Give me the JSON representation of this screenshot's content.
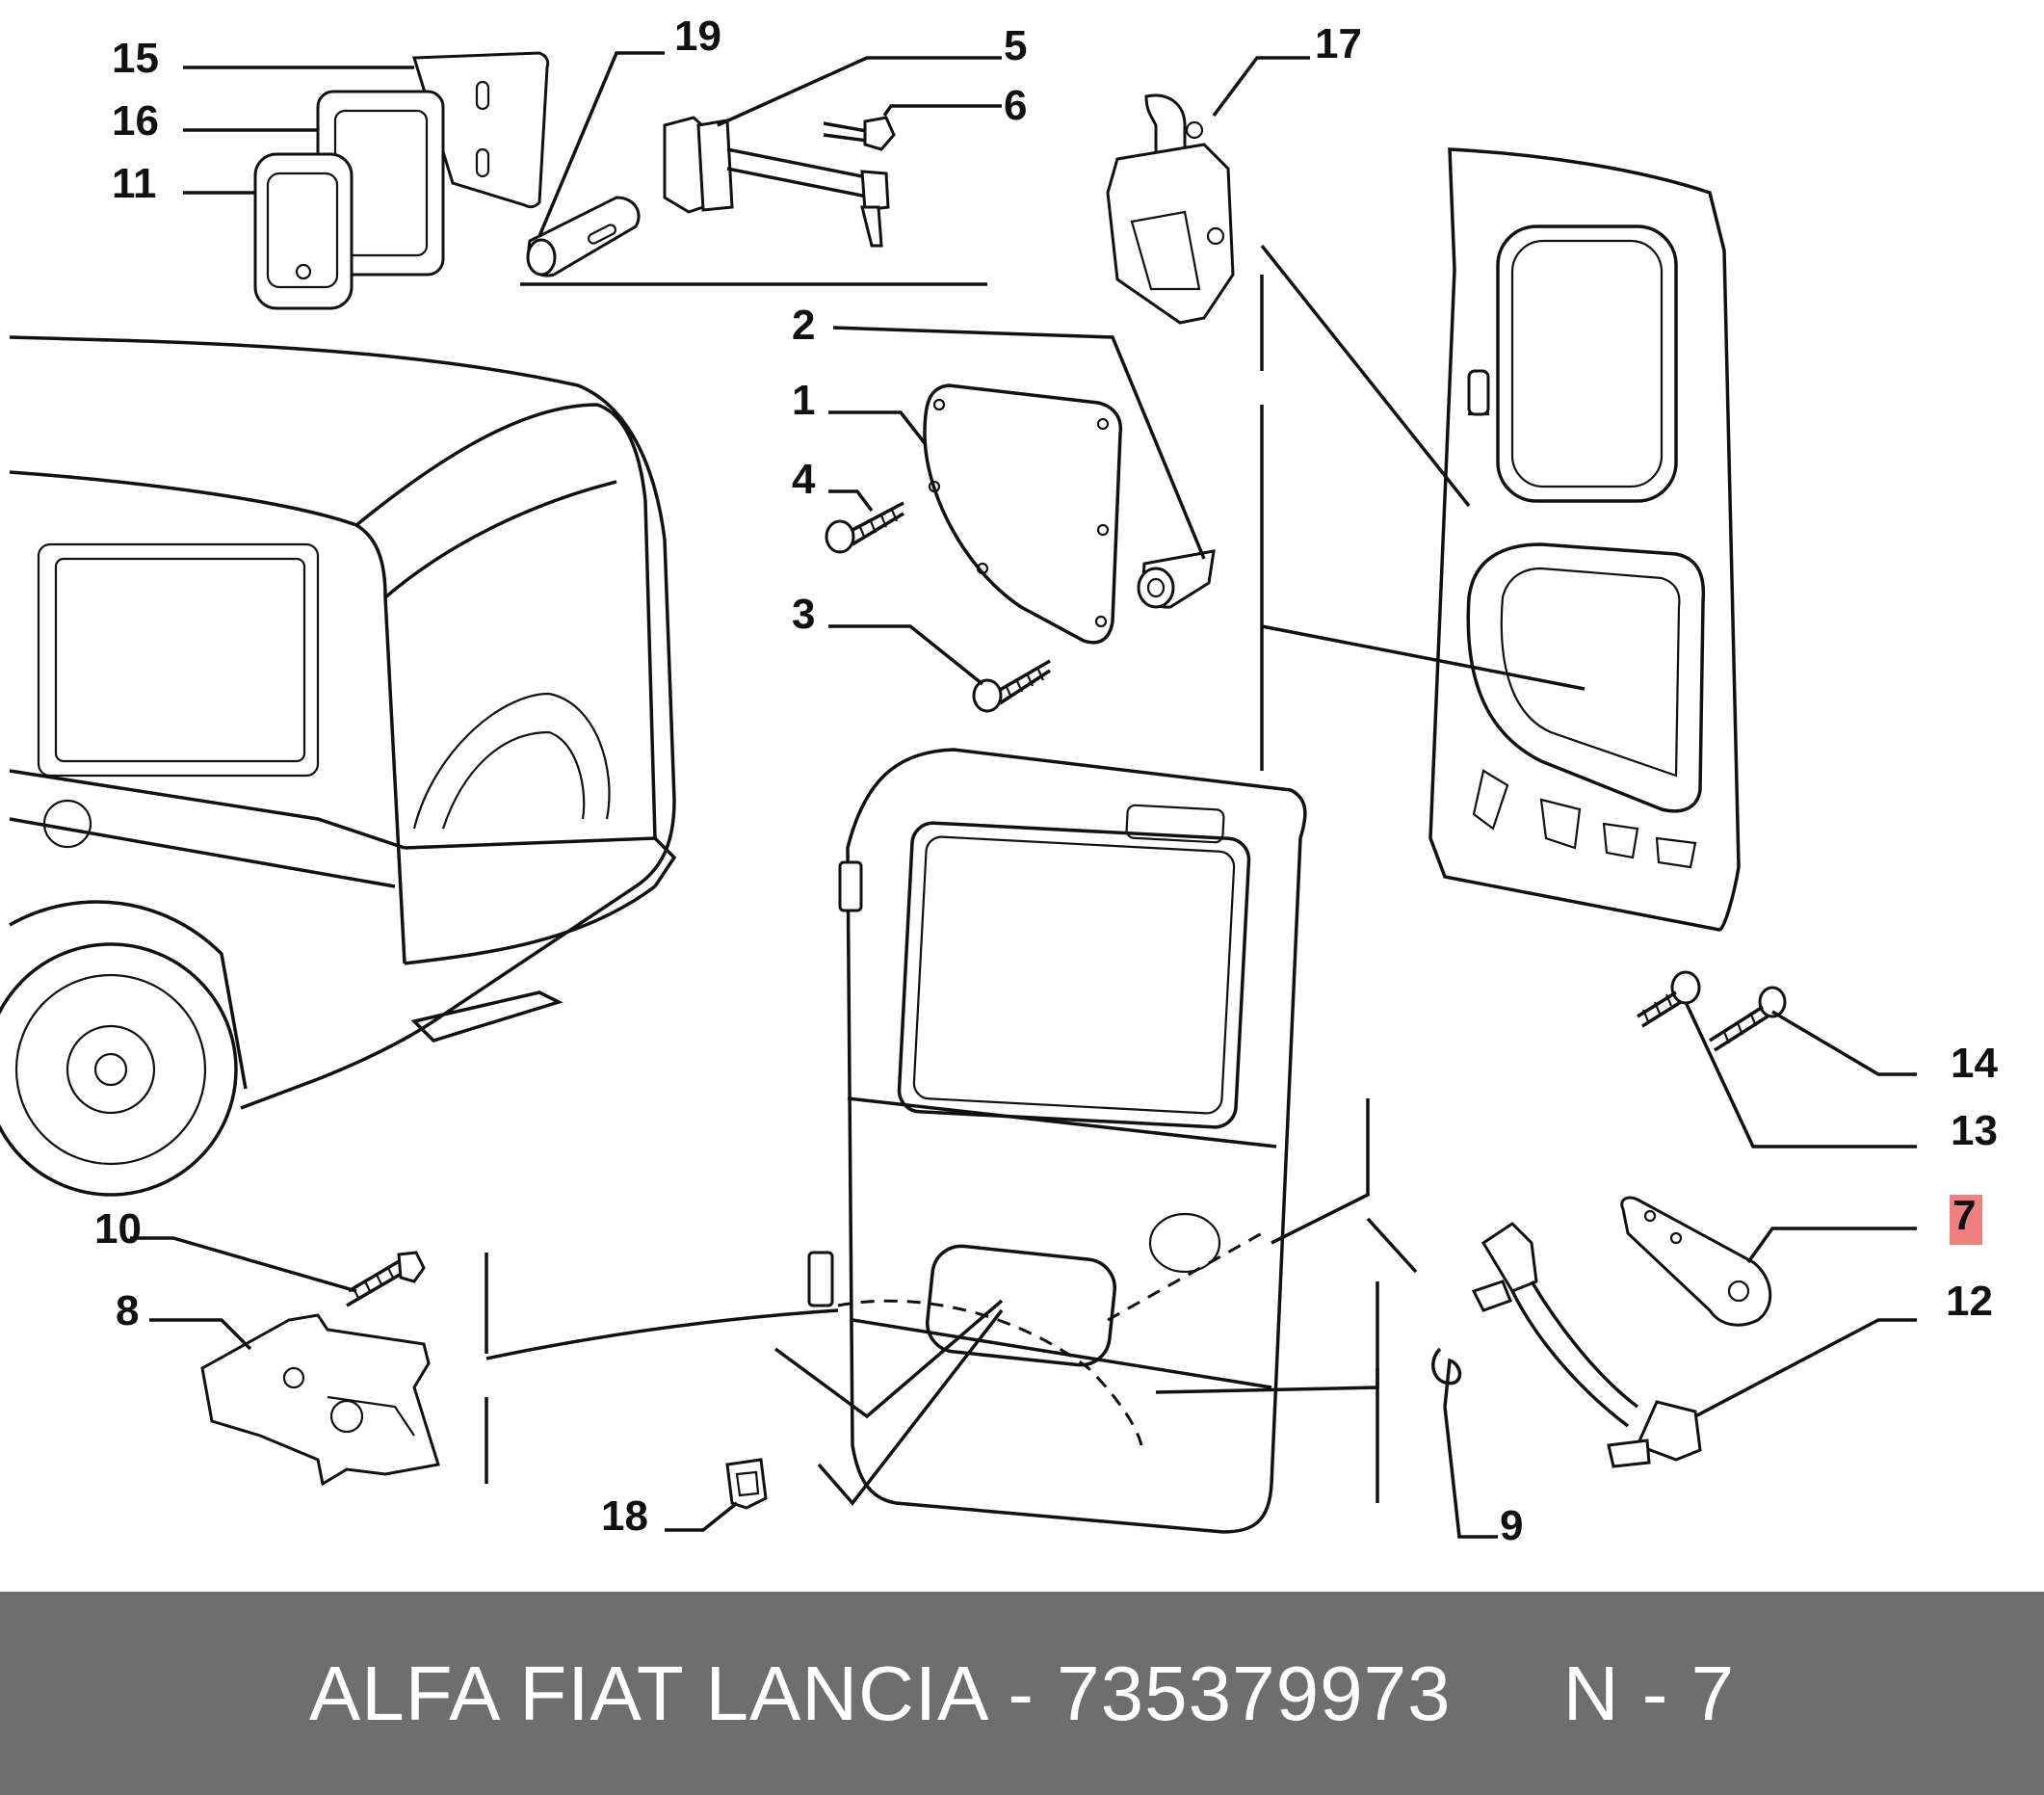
{
  "callouts": {
    "c1": "1",
    "c2": "2",
    "c3": "3",
    "c4": "4",
    "c5": "5",
    "c6": "6",
    "c7": "7",
    "c8": "8",
    "c9": "9",
    "c10": "10",
    "c11": "11",
    "c12": "12",
    "c13": "13",
    "c14": "14",
    "c15": "15",
    "c16": "16",
    "c17": "17",
    "c18": "18",
    "c19": "19"
  },
  "highlighted_callout": "7",
  "highlight_color": "#f08080",
  "footer": {
    "text": "ALFA FIAT LANCIA - 735379973     N - 7",
    "background": "#6e6e6e",
    "color": "#ffffff"
  }
}
